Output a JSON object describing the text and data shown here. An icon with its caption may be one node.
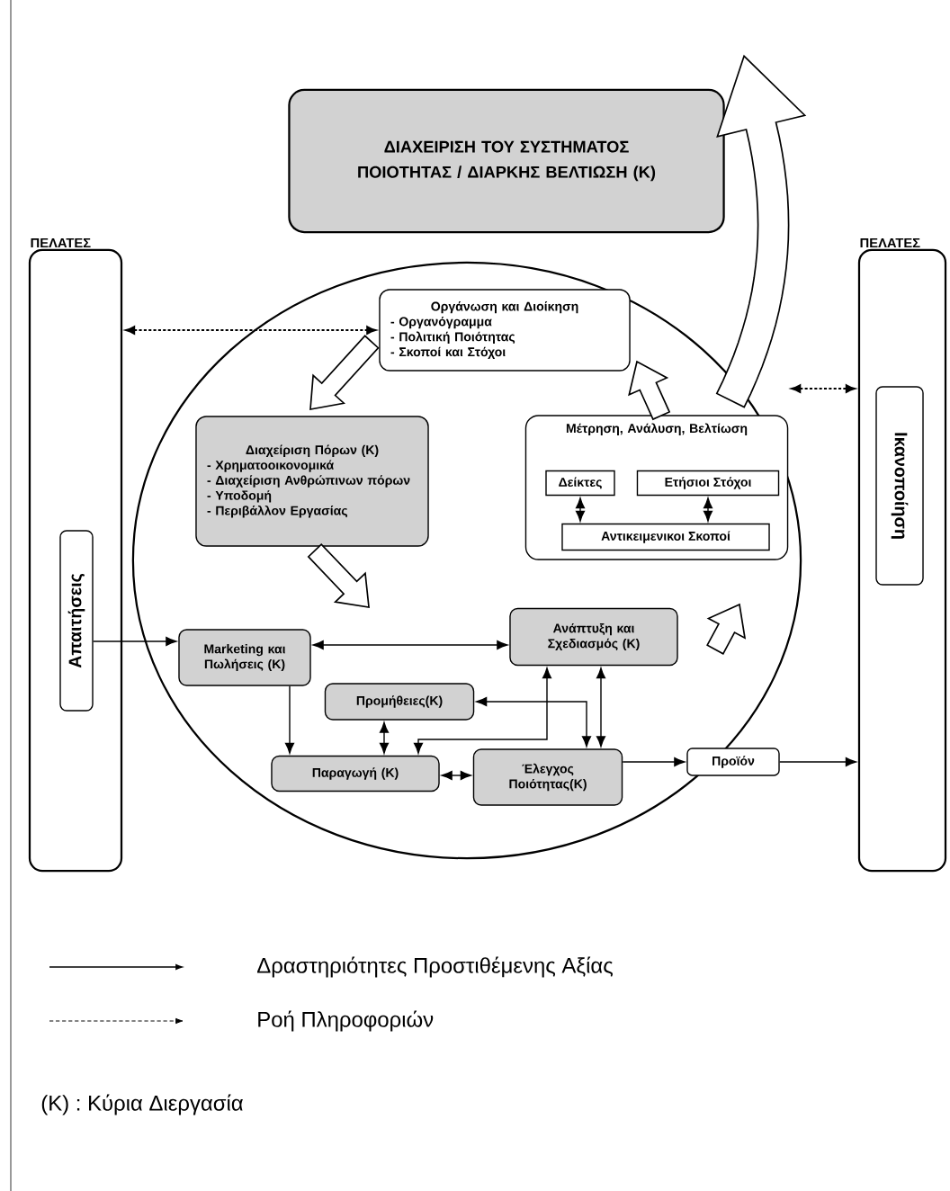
{
  "diagram": {
    "nodes": [
      {
        "text": [
          "ΔΙΑΧΕΙΡΙΣΗ ΤΟΥ ΣΥΣΤΗΜΑΤΟΣ ΠΟΙΟΤΗΤΑΣ / ΔΙΑΡΚΗΣ ΒΕΛΤΙΩΣΗ (Κ)"
        ]
      },
      {
        "text": [
          "ΠΕΛΑΤΕΣ"
        ]
      },
      {
        "text": [
          "Απαιτήσεις"
        ],
        "in": 1
      },
      {
        "text": [
          "ΠΕΛΑΤΕΣ"
        ]
      },
      {
        "text": [
          "Ικανοποίηση"
        ],
        "in": 3
      },
      {
        "text": [],
        "shape": "circle"
      },
      {
        "text": [
          "Οργάνωση και Διοίκηση",
          "- Οργανόγραμμα",
          "- Πολιτική Ποιότητας",
          "- Σκοποί και Στόχοι"
        ],
        "in": 5
      },
      {
        "text": [
          "Διαχείριση Πόρων (Κ)",
          "- Χρηματοοικονομικά",
          "- Διαχείριση Ανθρώπινων πόρων",
          "- Υποδομή",
          "- Περιβάλλον Εργασίας"
        ],
        "in": 5
      },
      {
        "text": [
          "Μέτρηση, Ανάλυση, Βελτίωση"
        ],
        "in": 5
      },
      {
        "text": [
          "Δείκτες"
        ],
        "in": 8
      },
      {
        "text": [
          "Ετήσιοι Στόχοι"
        ],
        "in": 8
      },
      {
        "text": [
          "Αντικειμενικοι Σκοποί"
        ],
        "in": 8
      },
      {
        "text": [
          "Marketing και Πωλήσεις (Κ)"
        ],
        "in": 5
      },
      {
        "text": [
          "Ανάπτυξη και Σχεδιασμός (Κ)"
        ],
        "in": 5
      },
      {
        "text": [
          "Προμήθειες(Κ)"
        ],
        "in": 5
      },
      {
        "text": [
          "Παραγωγή (Κ)"
        ],
        "in": 5
      },
      {
        "text": [
          "Έλεγχος Ποιότητας(Κ)"
        ],
        "in": 5
      },
      {
        "text": [
          "Προϊόν"
        ]
      }
    ],
    "edges": [
      {
        "from": 1,
        "to": 6,
        "arrow": "both",
        "style": "dashed"
      },
      {
        "from": 8,
        "to": 3,
        "arrow": "both",
        "style": "dashed"
      },
      {
        "from": 9,
        "to": 11,
        "arrow": "both"
      },
      {
        "from": 10,
        "to": 11,
        "arrow": "both"
      },
      {
        "from": 2,
        "to": 12,
        "arrow": "to"
      },
      {
        "from": 12,
        "to": 13,
        "arrow": "both"
      },
      {
        "from": 12,
        "to": 15,
        "arrow": "to"
      },
      {
        "from": 14,
        "to": 15,
        "arrow": "both"
      },
      {
        "from": 13,
        "to": 15,
        "arrow": "both"
      },
      {
        "from": 13,
        "to": 16,
        "arrow": "both"
      },
      {
        "from": 16,
        "to": 14,
        "arrow": "both"
      },
      {
        "from": 15,
        "to": 16,
        "arrow": "both"
      },
      {
        "from": 16,
        "to": 17,
        "arrow": "to"
      },
      {
        "from": 17,
        "to": 3,
        "arrow": "to"
      },
      {
        "from": 6,
        "to": 7,
        "arrow": "to",
        "style": "thick"
      },
      {
        "from": 7,
        "to": null,
        "arrow": "to",
        "style": "thick"
      },
      {
        "from": 13,
        "to": 8,
        "arrow": "to",
        "style": "thick"
      },
      {
        "from": 8,
        "to": 6,
        "arrow": "to",
        "style": "thick"
      },
      {
        "from": 5,
        "to": null,
        "arrow": "to",
        "style": "thick"
      }
    ],
    "labels": [
      "(Κ) :  Κύρια Διεργασία"
    ],
    "legend": [
      {
        "text": "Δραστηριότητες Προστιθέμενης Αξίας"
      },
      {
        "text": "Ροή Πληροφοριών"
      }
    ]
  }
}
